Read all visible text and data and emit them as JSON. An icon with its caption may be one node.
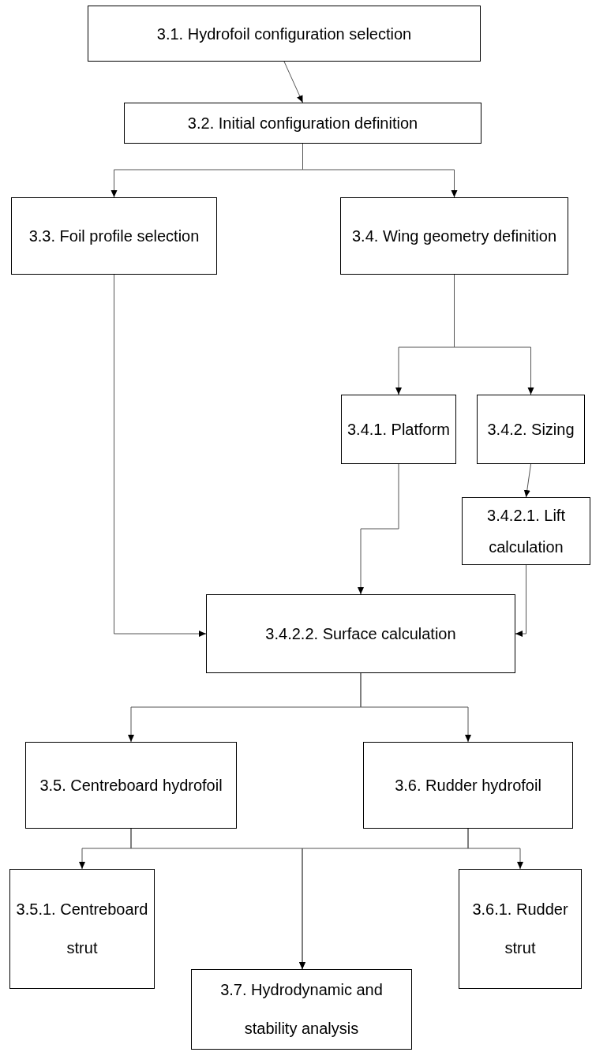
{
  "diagram": {
    "nodes": [
      {
        "text": [
          "3.1. Hydrofoil configuration selection"
        ]
      },
      {
        "text": [
          "3.2. Initial configuration definition"
        ]
      },
      {
        "text": [
          "3.3. Foil profile selection"
        ]
      },
      {
        "text": [
          "3.4. Wing geometry definition"
        ]
      },
      {
        "text": [
          "3.4.1. Platform"
        ]
      },
      {
        "text": [
          "3.4.2. Sizing"
        ]
      },
      {
        "text": [
          "3.4.2.1. Lift calculation"
        ]
      },
      {
        "text": [
          "3.4.2.2. Surface calculation"
        ]
      },
      {
        "text": [
          "3.5. Centreboard hydrofoil"
        ]
      },
      {
        "text": [
          "3.6. Rudder hydrofoil"
        ]
      },
      {
        "text": [
          "3.5.1. Centreboard strut"
        ]
      },
      {
        "text": [
          "3.6.1. Rudder strut"
        ]
      },
      {
        "text": [
          "3.7. Hydrodynamic and stability analysis"
        ]
      }
    ],
    "edges": [
      {
        "from": 0,
        "to": 1,
        "arrow": "to"
      },
      {
        "from": 1,
        "to": 2,
        "arrow": "to"
      },
      {
        "from": 1,
        "to": 3,
        "arrow": "to"
      },
      {
        "from": 3,
        "to": 4,
        "arrow": "to"
      },
      {
        "from": 3,
        "to": 5,
        "arrow": "to"
      },
      {
        "from": 5,
        "to": 6,
        "arrow": "to"
      },
      {
        "from": 2,
        "to": 7,
        "arrow": "to"
      },
      {
        "from": 4,
        "to": 7,
        "arrow": "to"
      },
      {
        "from": 6,
        "to": 7,
        "arrow": "to"
      },
      {
        "from": 7,
        "to": 8,
        "arrow": "to"
      },
      {
        "from": 7,
        "to": 9,
        "arrow": "to"
      },
      {
        "from": 8,
        "to": 10,
        "arrow": "to"
      },
      {
        "from": 8,
        "to": 12,
        "arrow": "to"
      },
      {
        "from": 9,
        "to": 12,
        "arrow": "to"
      },
      {
        "from": 9,
        "to": 11,
        "arrow": "to"
      }
    ]
  }
}
